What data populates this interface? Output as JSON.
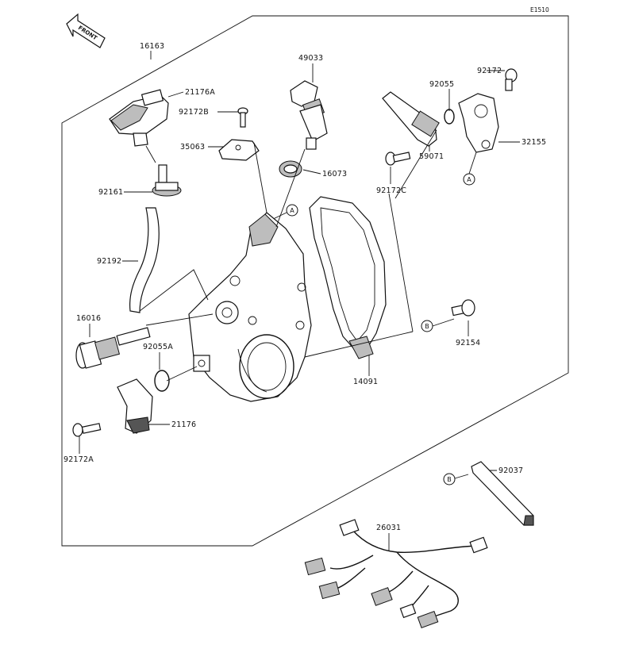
{
  "diagram_code": "E1510",
  "front_label": "FRONT",
  "ref_a": "A",
  "ref_b": "B",
  "labels": {
    "p16163": "16163",
    "p21176A": "21176A",
    "p92172B": "92172B",
    "p35063": "35063",
    "p92161": "92161",
    "p92192": "92192",
    "p16016": "16016",
    "p92055A": "92055A",
    "p21176": "21176",
    "p92172A": "92172A",
    "p49033": "49033",
    "p16073": "16073",
    "p92172": "92172",
    "p92055": "92055",
    "p32155": "32155",
    "p59071": "59071",
    "p92172C": "92172C",
    "p92154": "92154",
    "p14091": "14091",
    "p92037": "92037",
    "p26031": "26031"
  }
}
